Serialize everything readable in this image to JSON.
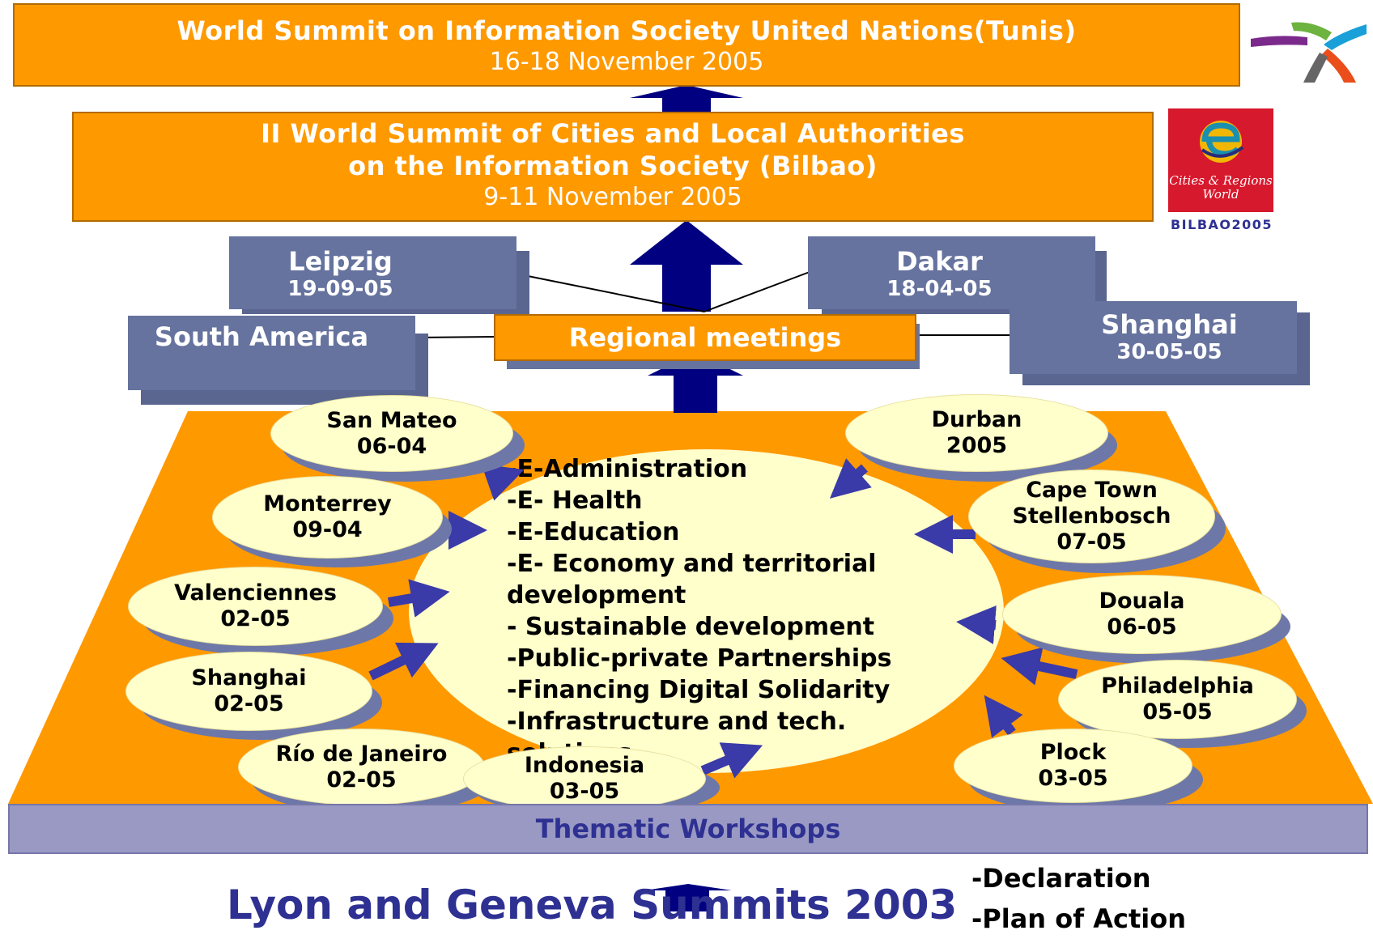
{
  "wsis": {
    "title": "World Summit on Information Society United Nations(Tunis)",
    "date": "16-18 November 2005"
  },
  "bilbao": {
    "title_line1": "II World Summit of Cities and Local Authorities",
    "title_line2": "on the Information Society  (Bilbao)",
    "date": "9-11 November 2005"
  },
  "bilbao_logo": {
    "line1": "Cities & Regions",
    "line2": "World",
    "footer": "BILBAO2005",
    "colors": {
      "red": "#D7192D",
      "teal": "#1A8FB0"
    }
  },
  "regional": {
    "center_label": "Regional meetings",
    "leipzig": {
      "name": "Leipzig",
      "date": "19-09-05"
    },
    "dakar": {
      "name": "Dakar",
      "date": "18-04-05"
    },
    "south_america": {
      "name": "South America"
    },
    "shanghai": {
      "name": "Shanghai",
      "date": "30-05-05"
    }
  },
  "workshops": {
    "san_mateo": {
      "name": "San Mateo",
      "date": "06-04"
    },
    "monterrey": {
      "name": "Monterrey",
      "date": "09-04"
    },
    "valenciennes": {
      "name": "Valenciennes",
      "date": "02-05"
    },
    "shanghai": {
      "name": "Shanghai",
      "date": "02-05"
    },
    "rio": {
      "name": "Río de Janeiro",
      "date": "02-05"
    },
    "indonesia": {
      "name": "Indonesia",
      "date": "03-05"
    },
    "durban": {
      "name": "Durban",
      "date": "2005"
    },
    "cape_town": {
      "name1": "Cape Town",
      "name2": "Stellenbosch",
      "date": "07-05"
    },
    "douala": {
      "name": "Douala",
      "date": "06-05"
    },
    "philadelphia": {
      "name": "Philadelphia",
      "date": "05-05"
    },
    "plock": {
      "name": "Plock",
      "date": "03-05"
    }
  },
  "topics": [
    "-E-Administration",
    "-E- Health",
    "-E-Education",
    "-E- Economy and territorial development",
    "- Sustainable development",
    "-Public-private Partnerships",
    "-Financing Digital Solidarity",
    "-Infrastructure and tech. solutions"
  ],
  "thematic_workshops_label": "Thematic Workshops",
  "base": {
    "title": "Lyon and Geneva Summits 2003",
    "outcomes": [
      "-Declaration",
      "-Plan of Action"
    ]
  },
  "colors": {
    "orange": "#FF9900",
    "slate": "#66739E",
    "navy": "#000080",
    "pale_yellow": "#FFFFCC",
    "arrow_blue": "#3A3AA8",
    "text_blue": "#2E3192"
  }
}
